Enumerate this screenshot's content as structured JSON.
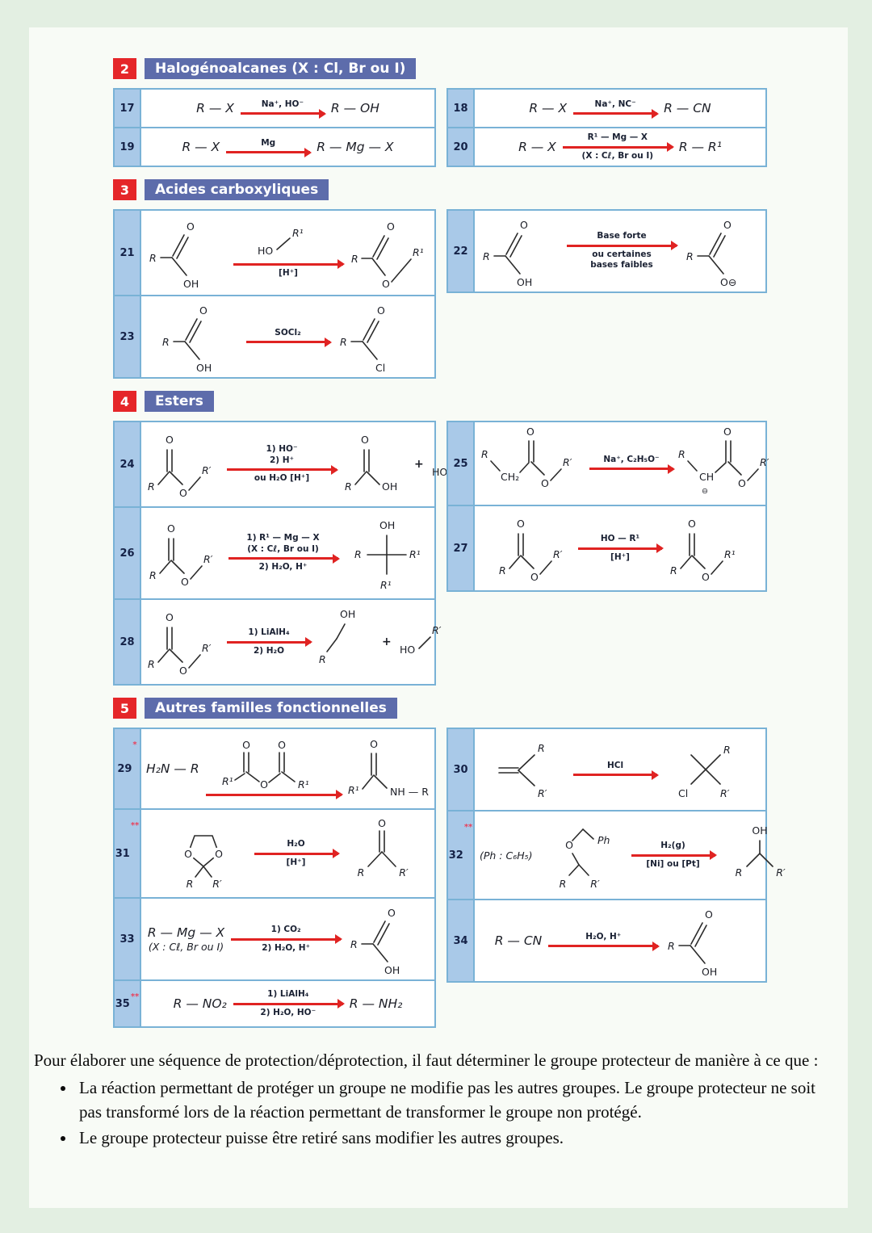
{
  "colors": {
    "page_green": "#e3efe2",
    "content_bg": "#f8fbf6",
    "section_bar_blue": "#5d6cab",
    "badge_red": "#e52629",
    "table_border_blue": "#79b2d6",
    "number_cell_blue": "#a9c9e8",
    "arrow_red": "#e02322",
    "star_red": "#e8415c"
  },
  "sym": {
    "R": "R",
    "Rp": "R′",
    "R1": "R¹",
    "O": "O",
    "OH": "OH",
    "HO": "HO",
    "Cl": "Cl",
    "Ominus": "O⊖",
    "CH2": "CH₂",
    "CH": "CH",
    "minus": "⊖",
    "Ph": "Ph",
    "NHR": "NH — R",
    "plus": "+",
    "phNote": "(Ph : C₆H₅)"
  },
  "sections": {
    "s2": {
      "num": "2",
      "title": "Halogénoalcanes (X : Cl, Br ou I)"
    },
    "s3": {
      "num": "3",
      "title": "Acides carboxyliques"
    },
    "s4": {
      "num": "4",
      "title": "Esters"
    },
    "s5": {
      "num": "5",
      "title": "Autres familles fonctionnelles"
    }
  },
  "rx": {
    "r17": {
      "num": "17",
      "above": "Na⁺, HO⁻",
      "left": "R — X",
      "right": "R — OH"
    },
    "r18": {
      "num": "18",
      "above": "Na⁺, NC⁻",
      "left": "R — X",
      "right": "R — CN"
    },
    "r19": {
      "num": "19",
      "above": "Mg",
      "left": "R — X",
      "right": "R — Mg — X"
    },
    "r20": {
      "num": "20",
      "above": "R¹ — Mg — X",
      "below": "(X : Cℓ, Br ou I)",
      "left": "R — X",
      "right": "R — R¹"
    },
    "r21": {
      "num": "21",
      "below": "[H⁺]"
    },
    "r22": {
      "num": "22",
      "above": "Base forte",
      "below1": "ou certaines",
      "below2": "bases faibles"
    },
    "r23": {
      "num": "23",
      "above": "SOCl₂"
    },
    "r24": {
      "num": "24",
      "above1": "1) HO⁻",
      "above2": "2) H⁺",
      "below": "ou H₂O [H⁺]"
    },
    "r25": {
      "num": "25",
      "above": "Na⁺, C₂H₅O⁻"
    },
    "r26": {
      "num": "26",
      "above1": "1) R¹ — Mg — X",
      "above2": "(X : Cℓ, Br ou I)",
      "below": "2) H₂O, H⁺"
    },
    "r27": {
      "num": "27",
      "above": "HO — R¹",
      "below": "[H⁺]"
    },
    "r28": {
      "num": "28",
      "above": "1) LiAlH₄",
      "below": "2) H₂O"
    },
    "r29": {
      "num": "29",
      "star": "*",
      "left": "H₂N — R"
    },
    "r30": {
      "num": "30",
      "above": "HCl"
    },
    "r31": {
      "num": "31",
      "star": "**",
      "above": "H₂O",
      "below": "[H⁺]"
    },
    "r32": {
      "num": "32",
      "star": "**",
      "above": "H₂(g)",
      "below": "[Ni] ou [Pt]"
    },
    "r33": {
      "num": "33",
      "above": "1) CO₂",
      "below": "2) H₂O, H⁺",
      "left1": "R — Mg — X",
      "left2": "(X : Cℓ, Br ou I)"
    },
    "r34": {
      "num": "34",
      "above": "H₂O, H⁺",
      "left": "R — CN"
    },
    "r35": {
      "num": "35",
      "star": "**",
      "above": "1) LiAlH₄",
      "below": "2) H₂O, HO⁻",
      "left": "R — NO₂",
      "right": "R — NH₂"
    }
  },
  "footer": {
    "intro": "Pour élaborer une séquence de protection/déprotection, il faut déterminer le groupe protecteur de manière à ce que :",
    "bullets": [
      "La réaction permettant de protéger un groupe ne modifie pas les autres groupes. Le groupe protecteur ne soit pas transformé lors de la réaction permettant de transformer le groupe non protégé.",
      "Le groupe protecteur puisse être retiré sans modifier les autres groupes."
    ]
  }
}
